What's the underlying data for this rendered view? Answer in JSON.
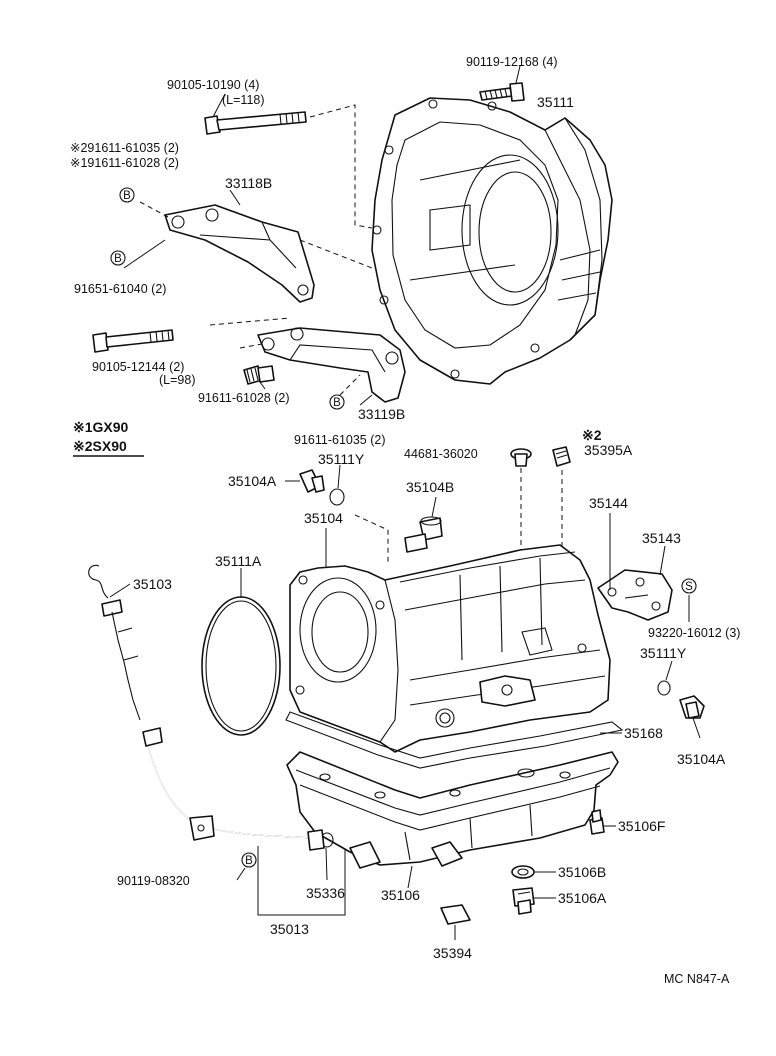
{
  "diagram": {
    "notes": {
      "note1": "※1GX90",
      "note2": "※2SX90",
      "marker2": "※2"
    },
    "circle_marks": {
      "B": "B",
      "S": "S"
    },
    "labels": {
      "p90105_10190": "90105-10190 (4)",
      "p90105_10190_len": "(L=118)",
      "p291611": "※291611-61035 (2)",
      "p191611": "※191611-61028 (2)",
      "p33118B": "33118B",
      "p91651": "91651-61040 (2)",
      "p90105_12144": "90105-12144 (2)",
      "p90105_12144_len": "(L=98)",
      "p91611_61028": "91611-61028 (2)",
      "p33119B": "33119B",
      "p91611_61035": "91611-61035 (2)",
      "p90119_12168": "90119-12168 (4)",
      "p35111": "35111",
      "p44681": "44681-36020",
      "p35395A": "35395A",
      "p35111Y_top": "35111Y",
      "p35104A_top": "35104A",
      "p35104B": "35104B",
      "p35104": "35104",
      "p35144": "35144",
      "p35143": "35143",
      "p93220": "93220-16012 (3)",
      "p35111A": "35111A",
      "p35103": "35103",
      "p35111Y_right": "35111Y",
      "p35104A_right": "35104A",
      "p35168": "35168",
      "p35106F": "35106F",
      "p90119_08320": "90119-08320",
      "p35336": "35336",
      "p35106": "35106",
      "p35106B": "35106B",
      "p35106A": "35106A",
      "p35013": "35013",
      "p35394": "35394",
      "footer_code": "MC  N847-A"
    }
  }
}
